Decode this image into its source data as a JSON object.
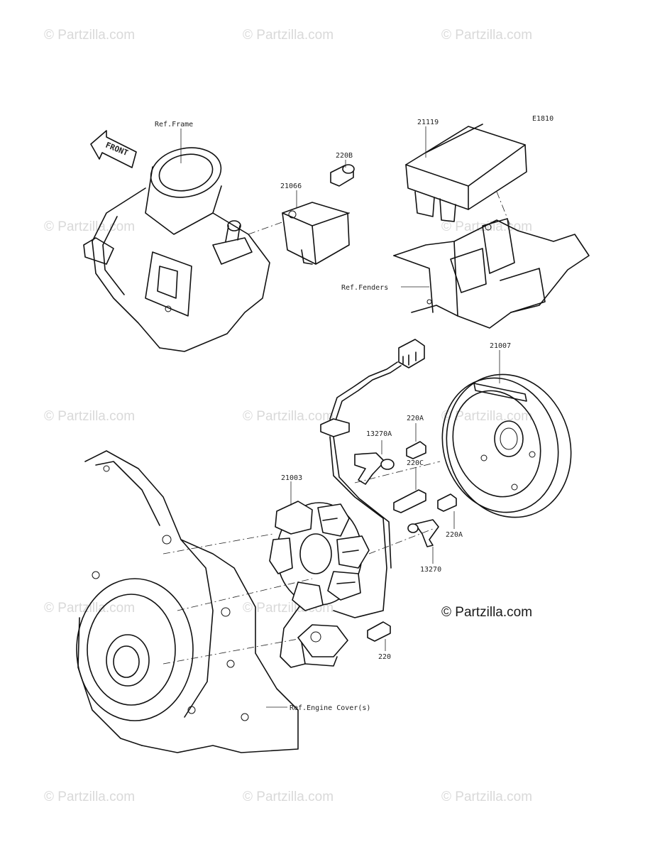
{
  "diagram_code": "E1810",
  "brand_watermark": "© Partzilla.com",
  "part_labels": {
    "ref_frame": "Ref.Frame",
    "front": "FRONT",
    "p220b": "220B",
    "p21066": "21066",
    "p21119": "21119",
    "ref_fenders": "Ref.Fenders",
    "p21007": "21007",
    "p220a_top": "220A",
    "p13270a": "13270A",
    "p220c": "220C",
    "p21003": "21003",
    "p220a_right": "220A",
    "p13270": "13270",
    "p220": "220",
    "ref_engine_cover": "Ref.Engine Cover(s)"
  }
}
